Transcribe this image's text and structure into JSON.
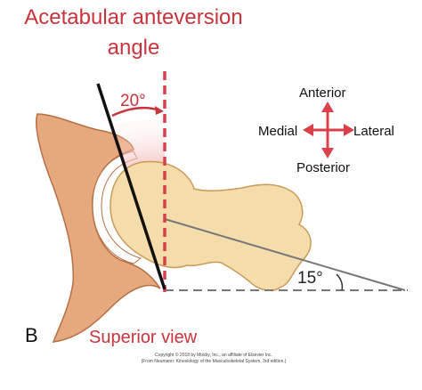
{
  "title": {
    "line1": "Acetabular anteversion",
    "line2": "angle"
  },
  "angles": {
    "anteversion": "20°",
    "femoral": "15°"
  },
  "directions": {
    "anterior": "Anterior",
    "medial": "Medial",
    "lateral": "Lateral",
    "posterior": "Posterior"
  },
  "panel_label": "B",
  "caption": "Superior view",
  "copyright": {
    "line1": "Copyright © 2018 by Mosby, Inc., an affiliate of Elsevier Inc.",
    "line2": "(From Neumann: Kinesiology of the Musculoskeletal System, 3rd edition.)"
  },
  "colors": {
    "bone": "#e6a97e",
    "bone_outline": "#b56f45",
    "femur": "#f5dcab",
    "femur_outline": "#c99a58",
    "accent_red": "#c8343c",
    "arrow_red": "#d9404a",
    "line_black": "#111111",
    "dashed_gray": "#777777"
  }
}
